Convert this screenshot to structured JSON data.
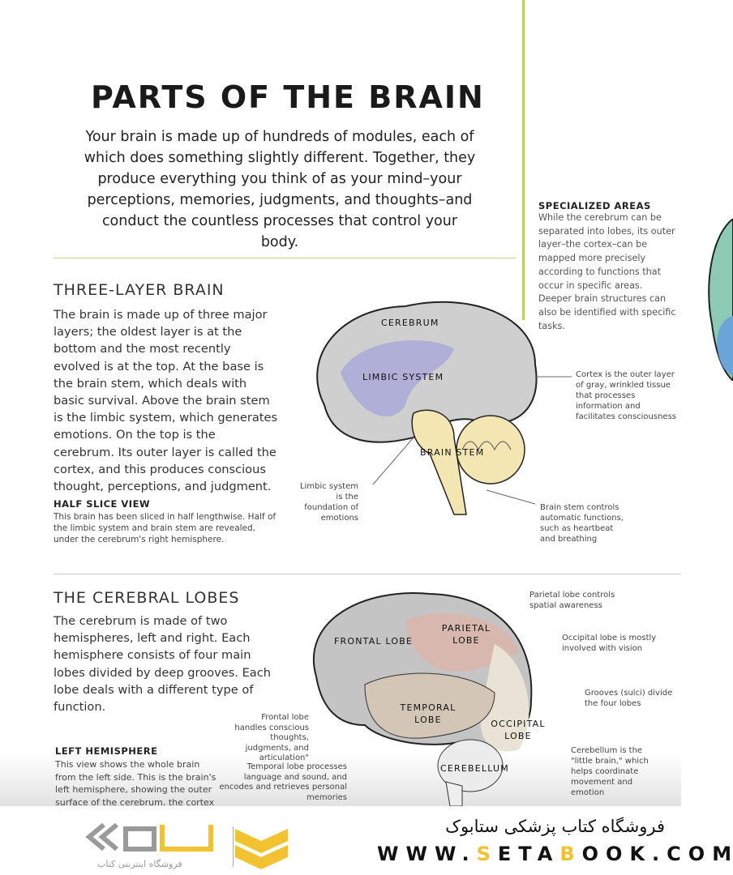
{
  "title": "PARTS OF THE BRAIN",
  "intro": "Your brain is made up of hundreds of modules, each of which does something slightly different. Together, they produce everything you think of as your mind–your perceptions, memories, judgments, and thoughts–and conduct the countless processes that control your body.",
  "specialized": {
    "heading": "SPECIALIZED AREAS",
    "text": "While the cerebrum can be separated into lobes, its outer layer–the cortex–can be mapped more precisely according to functions that occur in specific areas. Deeper brain structures can also be identified with specific tasks."
  },
  "three_layer": {
    "heading": "THREE-LAYER BRAIN",
    "text": "The brain is made up of three major layers; the oldest layer is at the bottom and the most recently evolved is at the top. At the base is the brain stem, which deals with basic survival. Above the brain stem is the limbic system, which generates emotions. On the top is the cerebrum. Its outer layer is called the cortex, and this produces conscious thought, perceptions, and judgment.",
    "sub_heading": "HALF SLICE VIEW",
    "sub_text": "This brain has been sliced in half lengthwise. Half of the limbic system and brain stem are revealed, under the cerebrum's right hemisphere.",
    "labels": {
      "cerebrum": "CEREBRUM",
      "limbic": "LIMBIC SYSTEM",
      "stem": "BRAIN STEM"
    },
    "notes": {
      "cortex": "Cortex is the outer layer of gray, wrinkled tissue that processes information and facilitates consciousness",
      "limbic": "Limbic system is the foundation of emotions",
      "stem": "Brain stem controls automatic functions, such as heartbeat and breathing"
    }
  },
  "lobes": {
    "heading": "THE CEREBRAL LOBES",
    "text": "The cerebrum is made of two hemispheres, left and right. Each hemisphere consists of four main lobes divided by deep grooves. Each lobe deals with a different type of function.",
    "sub_heading": "LEFT HEMISPHERE",
    "sub_text": "This view shows the whole brain from the left side. This is the brain's left hemisphere, showing the outer surface of the cerebrum, the cortex",
    "labels": {
      "frontal": "FRONTAL LOBE",
      "parietal": "PARIETAL LOBE",
      "temporal": "TEMPORAL LOBE",
      "occipital": "OCCIPITAL LOBE",
      "cerebellum": "CEREBELLUM"
    },
    "notes": {
      "parietal": "Parietal lobe controls spatial awareness",
      "occipital": "Occipital lobe is mostly involved with vision",
      "grooves": "Grooves (sulci) divide the four lobes",
      "frontal": "Frontal lobe handles conscious thoughts, judgments, and articulation\"",
      "temporal": "Temporal lobe processes language and sound, and encodes and retrieves personal memories",
      "cerebellum": "Cerebellum is the \"little brain,\" which helps coordinate movement and emotion"
    }
  },
  "footer": {
    "logo_text": "فروشگاه اینترنتی کتاب",
    "store": "فروشگاه کتاب پزشکی ستابوک",
    "url_pre": "WWW.",
    "url_s": "S",
    "url_mid": "ETA",
    "url_b": "B",
    "url_post": "OOK.COM"
  }
}
